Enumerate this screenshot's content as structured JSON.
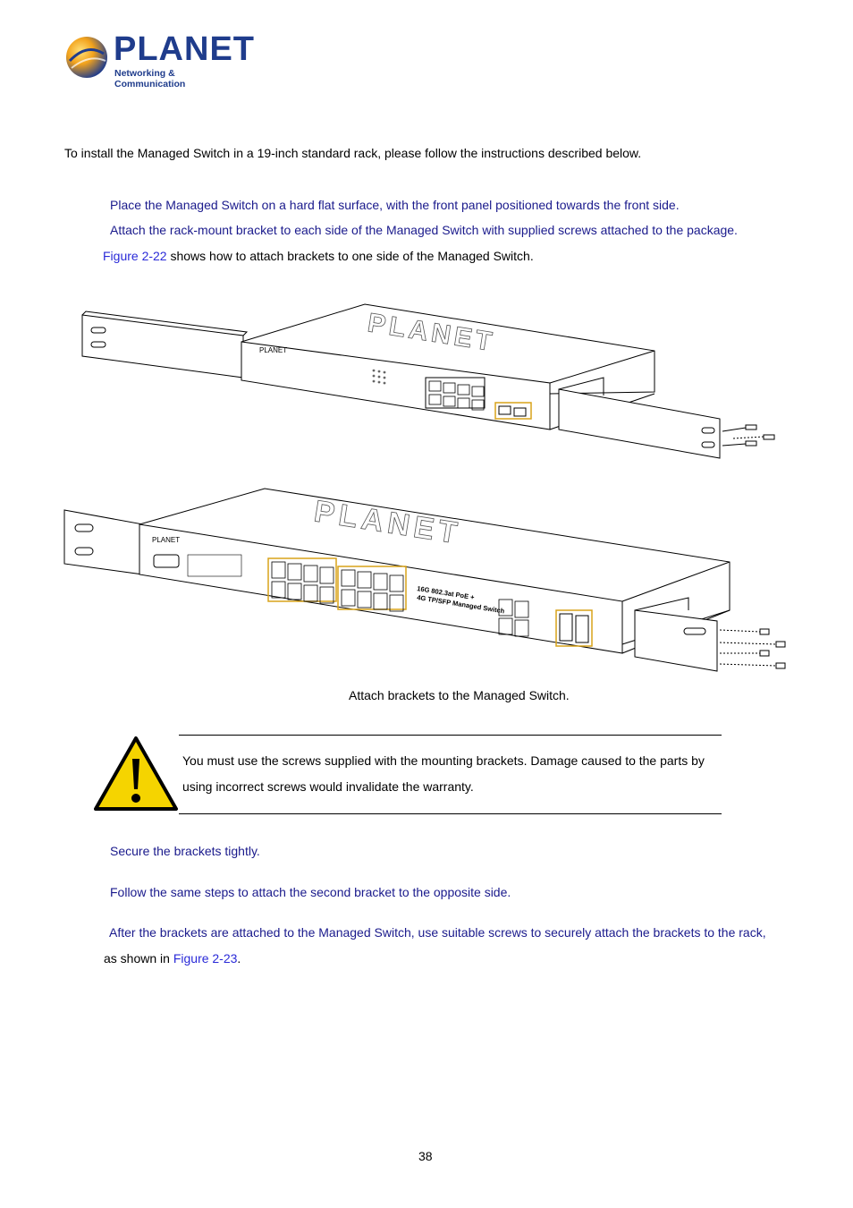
{
  "header": {
    "logo_word": "PLANET",
    "logo_tagline": "Networking & Communication"
  },
  "intro": "To install the Managed Switch in a 19-inch standard rack, please follow the instructions described below.",
  "steps_top": [
    "Place the Managed Switch on a hard flat surface, with the front panel positioned towards the front side.",
    "Attach the rack-mount bracket to each side of the Managed Switch with supplied screws attached to the package."
  ],
  "figure_ref": {
    "link": "Figure 2-22",
    "rest": " shows how to attach brackets to one side of the Managed Switch."
  },
  "figure": {
    "caption": "Attach brackets to the Managed Switch.",
    "switch_brand": "PLANET",
    "switch_top_label": "16G 802.3at PoE +",
    "switch_bottom_label": "4G TP/SFP Managed Switch"
  },
  "warning": {
    "line1": "You must use the screws supplied with the mounting brackets. Damage caused to the parts by",
    "line2": "using incorrect screws would invalidate the warranty."
  },
  "steps_bottom": [
    "Secure the brackets tightly.",
    "Follow the same steps to attach the second bracket to the opposite side.",
    "After the brackets are attached to the Managed Switch, use suitable screws to securely attach the brackets to the rack,"
  ],
  "final_line": {
    "prefix": "as shown in ",
    "link": "Figure 2-23",
    "suffix": "."
  },
  "page_number": "38"
}
